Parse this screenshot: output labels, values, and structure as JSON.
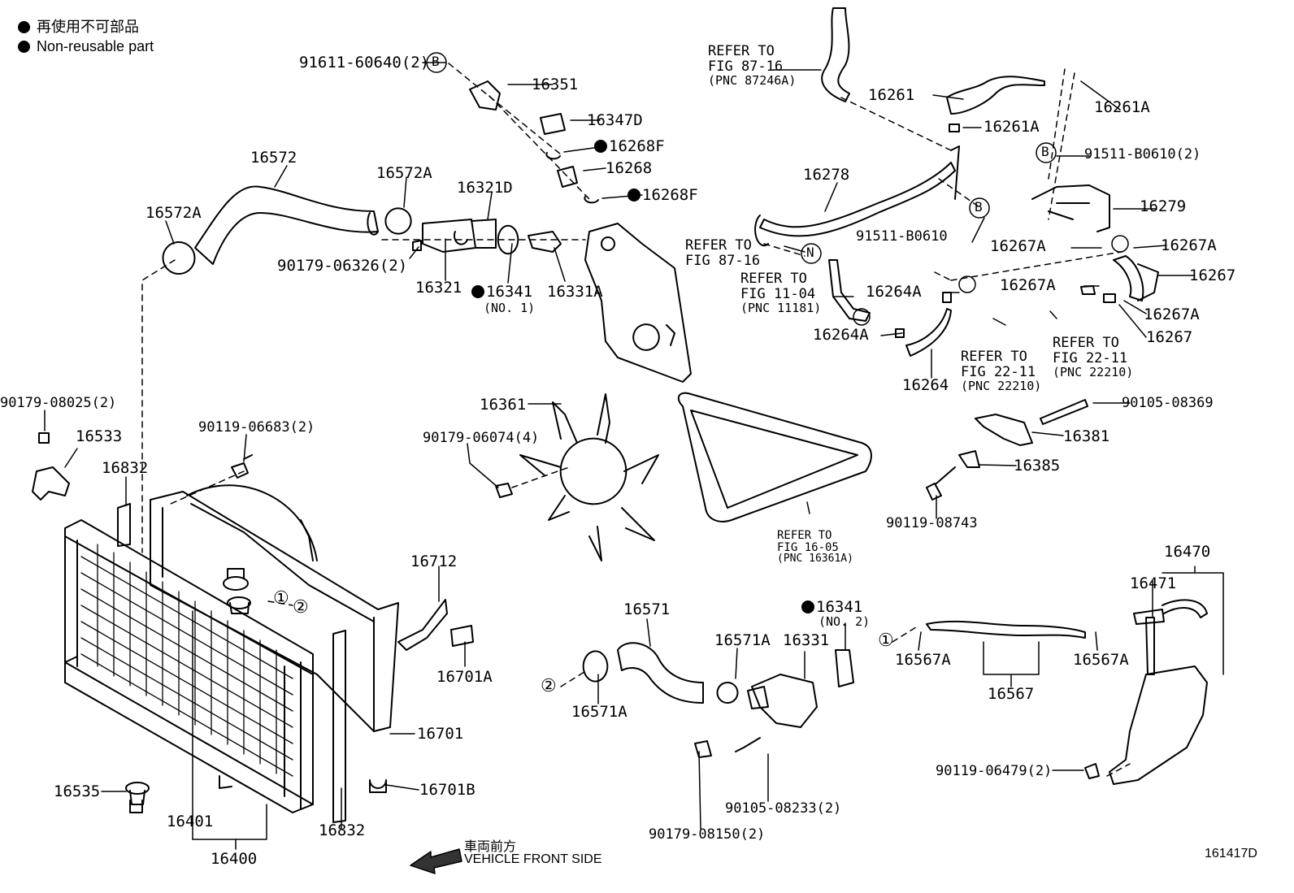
{
  "legend": {
    "jp": "再使用不可部品",
    "en": "Non-reusable part"
  },
  "figure_id": "161417D",
  "front": {
    "jp": "車両前方",
    "en": "VEHICLE FRONT SIDE"
  },
  "circle_markers": {
    "b": "B",
    "n": "N",
    "one": "①",
    "two": "②"
  },
  "refs": {
    "fig87_16_a": [
      "REFER TO",
      "FIG 87-16",
      "(PNC 87246A)"
    ],
    "fig87_16_b": [
      "REFER TO",
      "FIG 87-16"
    ],
    "fig11_04": [
      "REFER TO",
      "FIG 11-04",
      "(PNC 11181)"
    ],
    "fig22_11_a": [
      "REFER TO",
      "FIG 22-11",
      "(PNC 22210)"
    ],
    "fig22_11_b": [
      "REFER TO",
      "FIG 22-11",
      "(PNC 22210)"
    ],
    "fig16_05": [
      "REFER TO",
      "FIG 16-05",
      "(PNC 16361A)"
    ]
  },
  "parts": {
    "p91611_60640": "91611-60640(2)",
    "p16351": "16351",
    "p16347D": "16347D",
    "p16268F_a": "16268F",
    "p16268": "16268",
    "p16268F_b": "16268F",
    "p16572": "16572",
    "p16572A_a": "16572A",
    "p16572A_b": "16572A",
    "p16321D": "16321D",
    "p90179_06326": "90179-06326(2)",
    "p16321": "16321",
    "p16341_1": "16341",
    "p16341_1_sub": "(NO. 1)",
    "p16331A": "16331A",
    "p16261": "16261",
    "p16261A_a": "16261A",
    "p16261A_b": "16261A",
    "p91511_B0610_2": "91511-B0610(2)",
    "p16278": "16278",
    "p16279": "16279",
    "p91511_B0610": "91511-B0610",
    "p16267A_a": "16267A",
    "p16267A_b": "16267A",
    "p16267_a": "16267",
    "p16267A_c": "16267A",
    "p16267A_d": "16267A",
    "p16267_b": "16267",
    "p16264A_a": "16264A",
    "p16264A_b": "16264A",
    "p16264": "16264",
    "p90105_08369": "90105-08369",
    "p16381": "16381",
    "p16385": "16385",
    "p90119_08743": "90119-08743",
    "p16361": "16361",
    "p90179_06074": "90179-06074(4)",
    "p90179_08025": "90179-08025(2)",
    "p16533": "16533",
    "p90119_06683": "90119-06683(2)",
    "p16832_a": "16832",
    "p16712": "16712",
    "p16701A": "16701A",
    "p16701": "16701",
    "p16701B": "16701B",
    "p16535": "16535",
    "p16401": "16401",
    "p16400": "16400",
    "p16832_b": "16832",
    "p16571": "16571",
    "p16571A_a": "16571A",
    "p16571A_b": "16571A",
    "p16341_2": "16341",
    "p16341_2_sub": "(NO. 2)",
    "p16331": "16331",
    "p90105_08233": "90105-08233(2)",
    "p90179_08150": "90179-08150(2)",
    "p16470": "16470",
    "p16471": "16471",
    "p16567A_a": "16567A",
    "p16567A_b": "16567A",
    "p16567": "16567",
    "p90119_06479": "90119-06479(2)"
  }
}
